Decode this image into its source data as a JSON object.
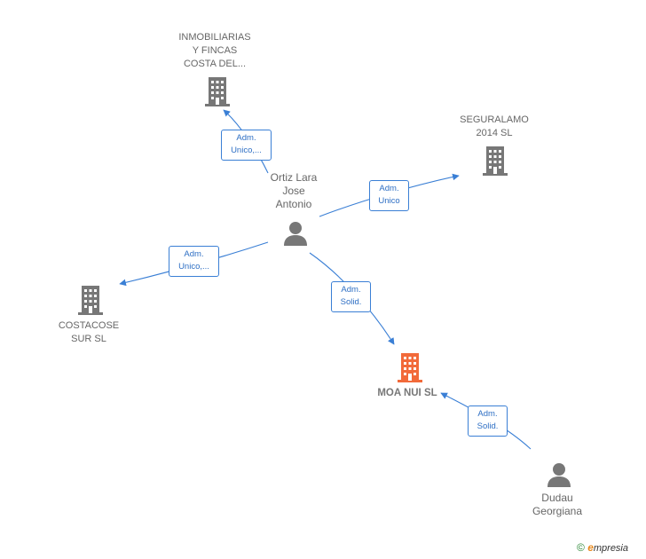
{
  "nodes": {
    "inmobiliarias": {
      "label": "INMOBILIARIAS\nY FINCAS\nCOSTA DEL..."
    },
    "seguralamo": {
      "label": "SEGURALAMO\n2014  SL"
    },
    "costacose": {
      "label": "COSTACOSE\nSUR  SL"
    },
    "moa_nui": {
      "label": "MOA NUI  SL"
    },
    "ortiz": {
      "label": "Ortiz Lara\nJose\nAntonio"
    },
    "dudau": {
      "label": "Dudau\nGeorgiana"
    }
  },
  "edges": {
    "ortiz_inmobiliarias": {
      "line1": "Adm.",
      "line2": "Unico,..."
    },
    "ortiz_seguralamo": {
      "line1": "Adm.",
      "line2": "Unico"
    },
    "ortiz_costacose": {
      "line1": "Adm.",
      "line2": "Unico,..."
    },
    "ortiz_moa": {
      "line1": "Adm.",
      "line2": "Solid."
    },
    "dudau_moa": {
      "line1": "Adm.",
      "line2": "Solid."
    }
  },
  "brand": {
    "copyright": "©",
    "e": "e",
    "name": "mpresia"
  },
  "colors": {
    "company": "#777777",
    "focus_company": "#f26a3a",
    "person": "#777777",
    "edge": "#3a7fd5"
  }
}
